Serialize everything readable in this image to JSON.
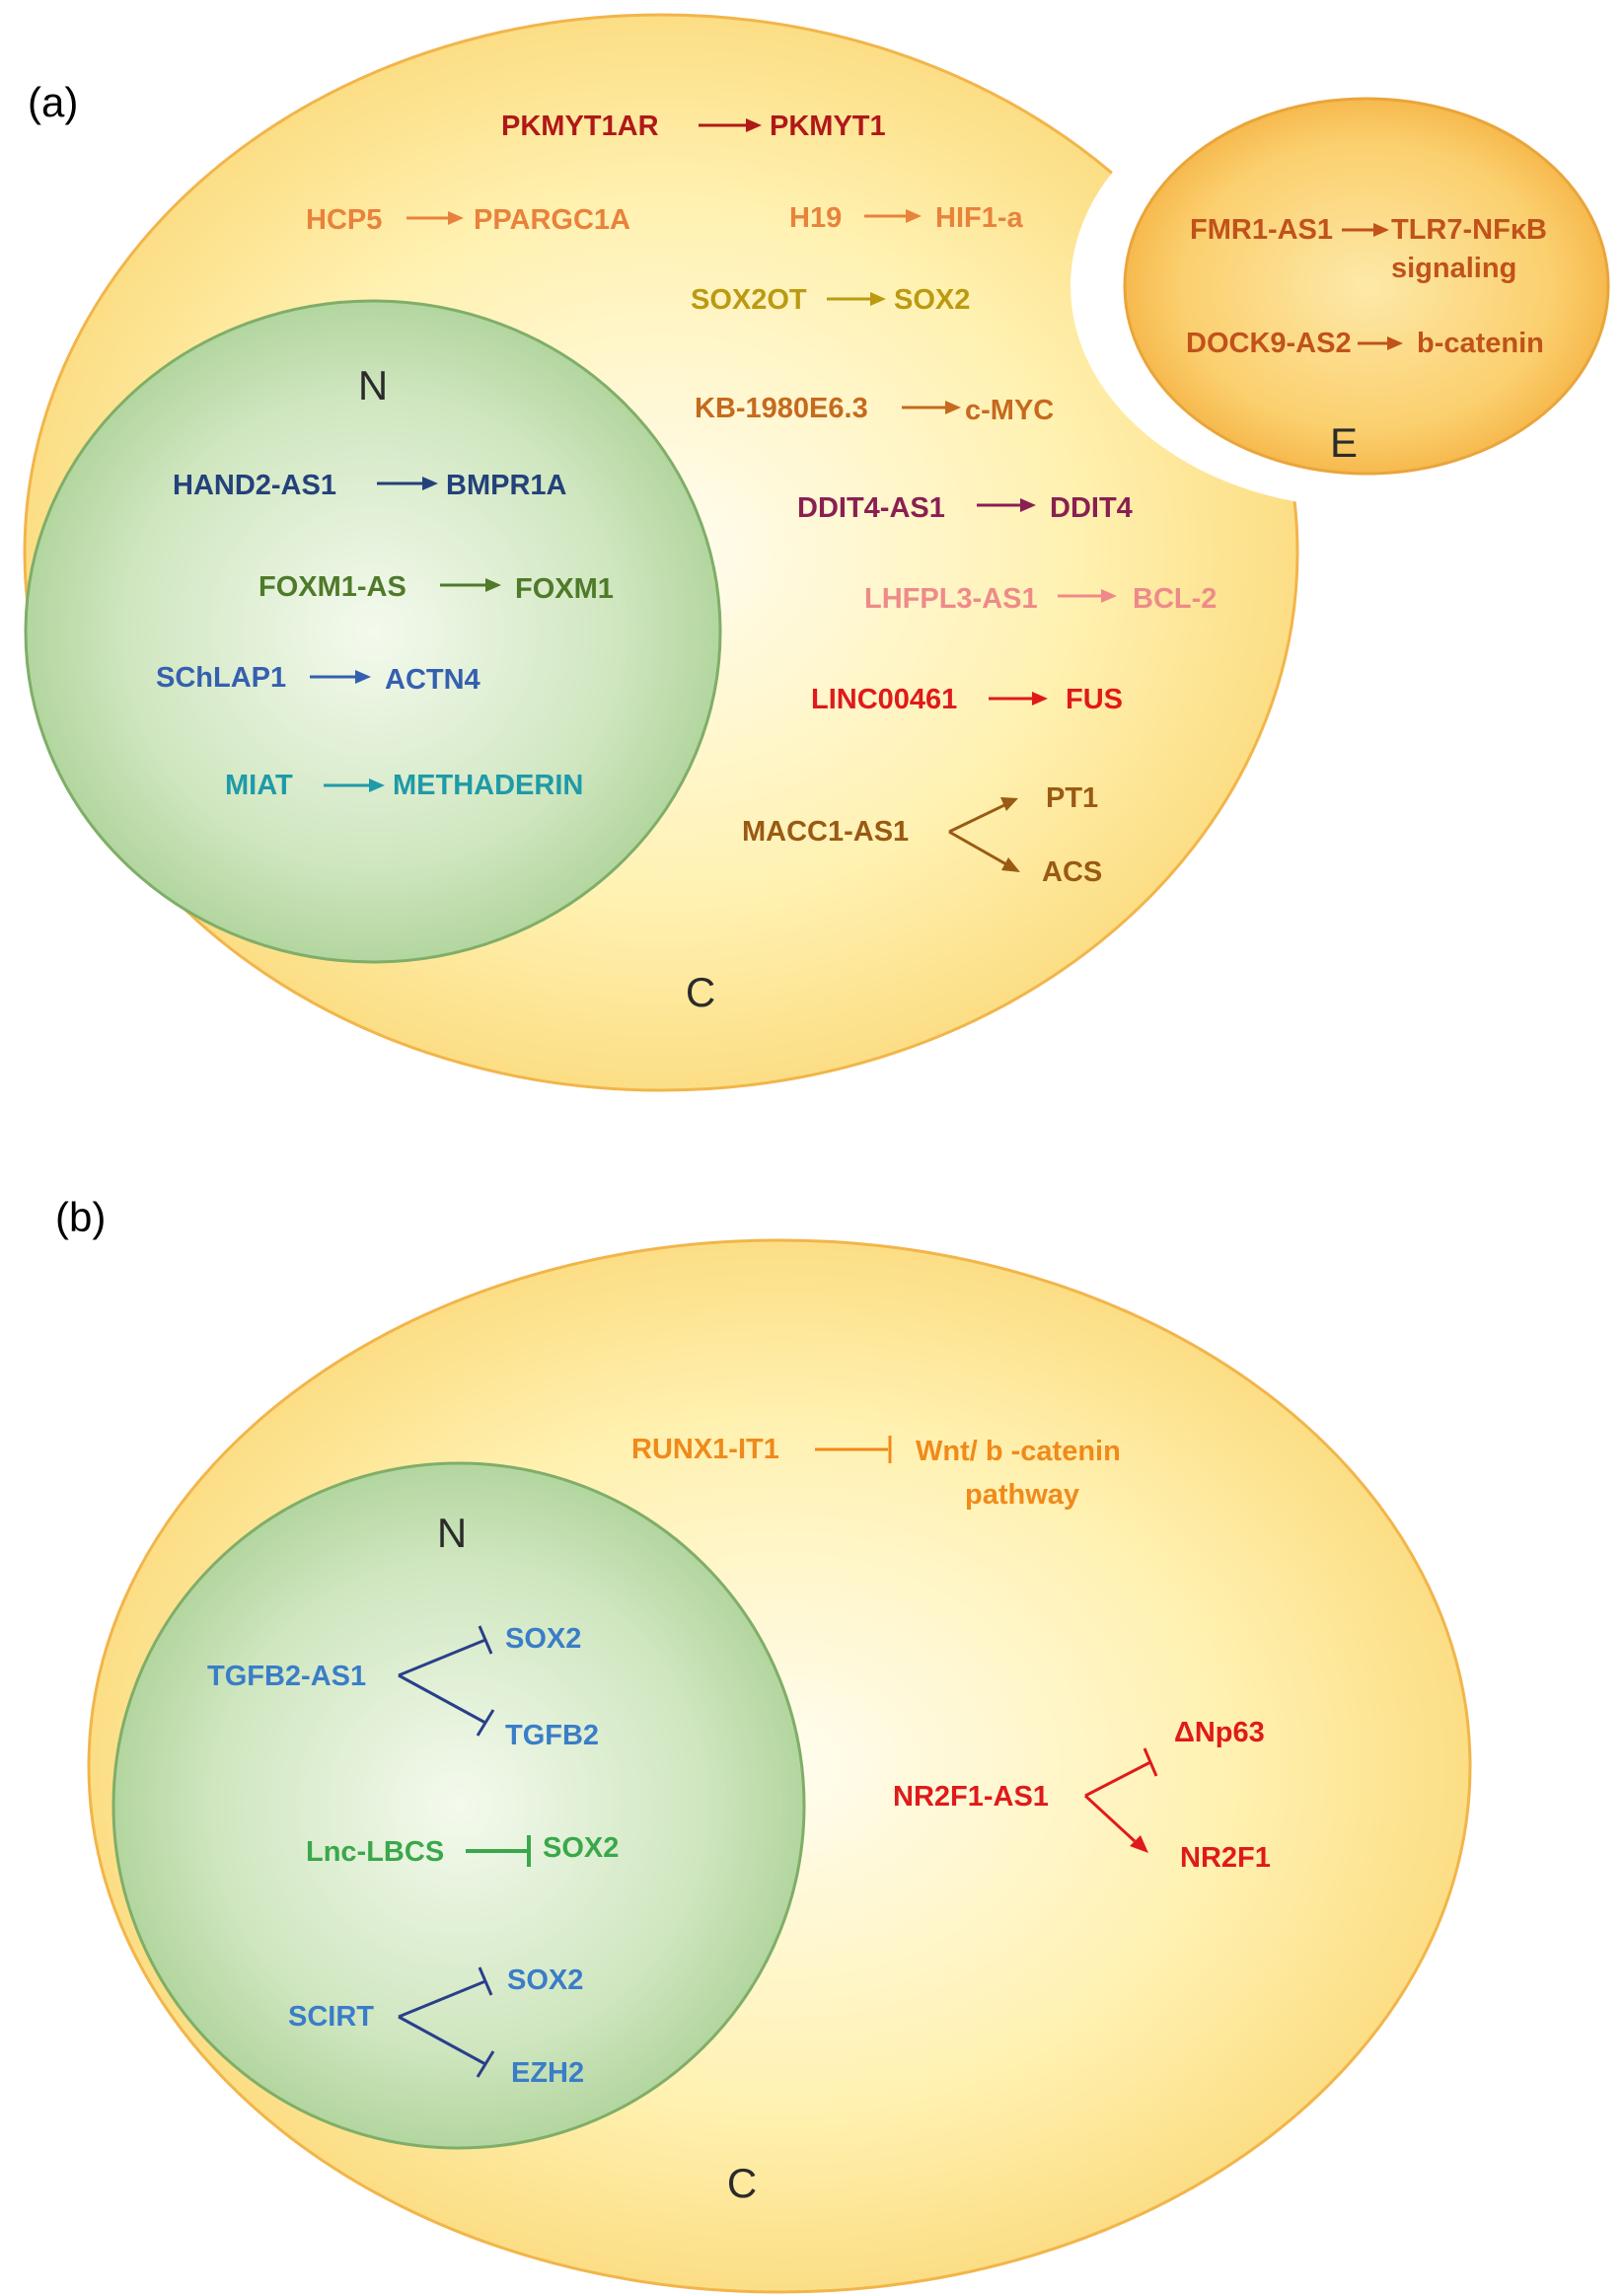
{
  "panels": {
    "a": {
      "label": "(a)",
      "nucleus_label": "N",
      "cytoplasm_label": "C",
      "exosome_label": "E",
      "nucleus": [
        {
          "source": "HAND2-AS1",
          "target": "BMPR1A",
          "color": "#23417a"
        },
        {
          "source": "FOXM1-AS",
          "target": "FOXM1",
          "color": "#4f7a2a"
        },
        {
          "source": "SChLAP1",
          "target": "ACTN4",
          "color": "#3560b0"
        },
        {
          "source": "MIAT",
          "target": "METHADERIN",
          "color": "#1f9aa8"
        }
      ],
      "cytoplasm": [
        {
          "source": "PKMYT1AR",
          "target": "PKMYT1",
          "color": "#b01818"
        },
        {
          "source": "HCP5",
          "target": "PPARGC1A",
          "color": "#e8823c"
        },
        {
          "source": "H19",
          "target": "HIF1-a",
          "color": "#e8823c"
        },
        {
          "source": "SOX2OT",
          "target": "SOX2",
          "color": "#bb9a12"
        },
        {
          "source": "KB-1980E6.3",
          "target": "c-MYC",
          "color": "#c56a1e"
        },
        {
          "source": "DDIT4-AS1",
          "target": "DDIT4",
          "color": "#8a1f52"
        },
        {
          "source": "LHFPL3-AS1",
          "target": "BCL-2",
          "color": "#ef8a8a"
        },
        {
          "source": "LINC00461",
          "target": "FUS",
          "color": "#e01a1a"
        }
      ],
      "branch": {
        "source": "MACC1-AS1",
        "targets": [
          "PT1",
          "ACS"
        ],
        "color": "#9a5a14"
      },
      "exosome": [
        {
          "source": "FMR1-AS1",
          "target": "TLR7-NFκB",
          "target_line2": "signaling",
          "color": "#c0521a"
        },
        {
          "source": "DOCK9-AS2",
          "target": "b-catenin",
          "color": "#c0521a"
        }
      ]
    },
    "b": {
      "label": "(b)",
      "nucleus_label": "N",
      "cytoplasm_label": "C",
      "nucleus": [
        {
          "source": "TGFB2-AS1",
          "targets": [
            "SOX2",
            "TGFB2"
          ],
          "color": "#3a7dc8",
          "line_color": "#2a3f8a"
        },
        {
          "source": "Lnc-LBCS",
          "target": "SOX2",
          "color": "#3aa84a"
        },
        {
          "source": "SCIRT",
          "targets": [
            "SOX2",
            "EZH2"
          ],
          "color": "#3a7dc8",
          "line_color": "#2a3f8a"
        }
      ],
      "cytoplasm": [
        {
          "source": "RUNX1-IT1",
          "target": "Wnt/ b -catenin",
          "target_line2": "pathway",
          "color": "#f08a1a"
        },
        {
          "source": "NR2F1-AS1",
          "inhibits": "ΔNp63",
          "activates": "NR2F1",
          "color": "#e01a1a"
        }
      ]
    }
  }
}
